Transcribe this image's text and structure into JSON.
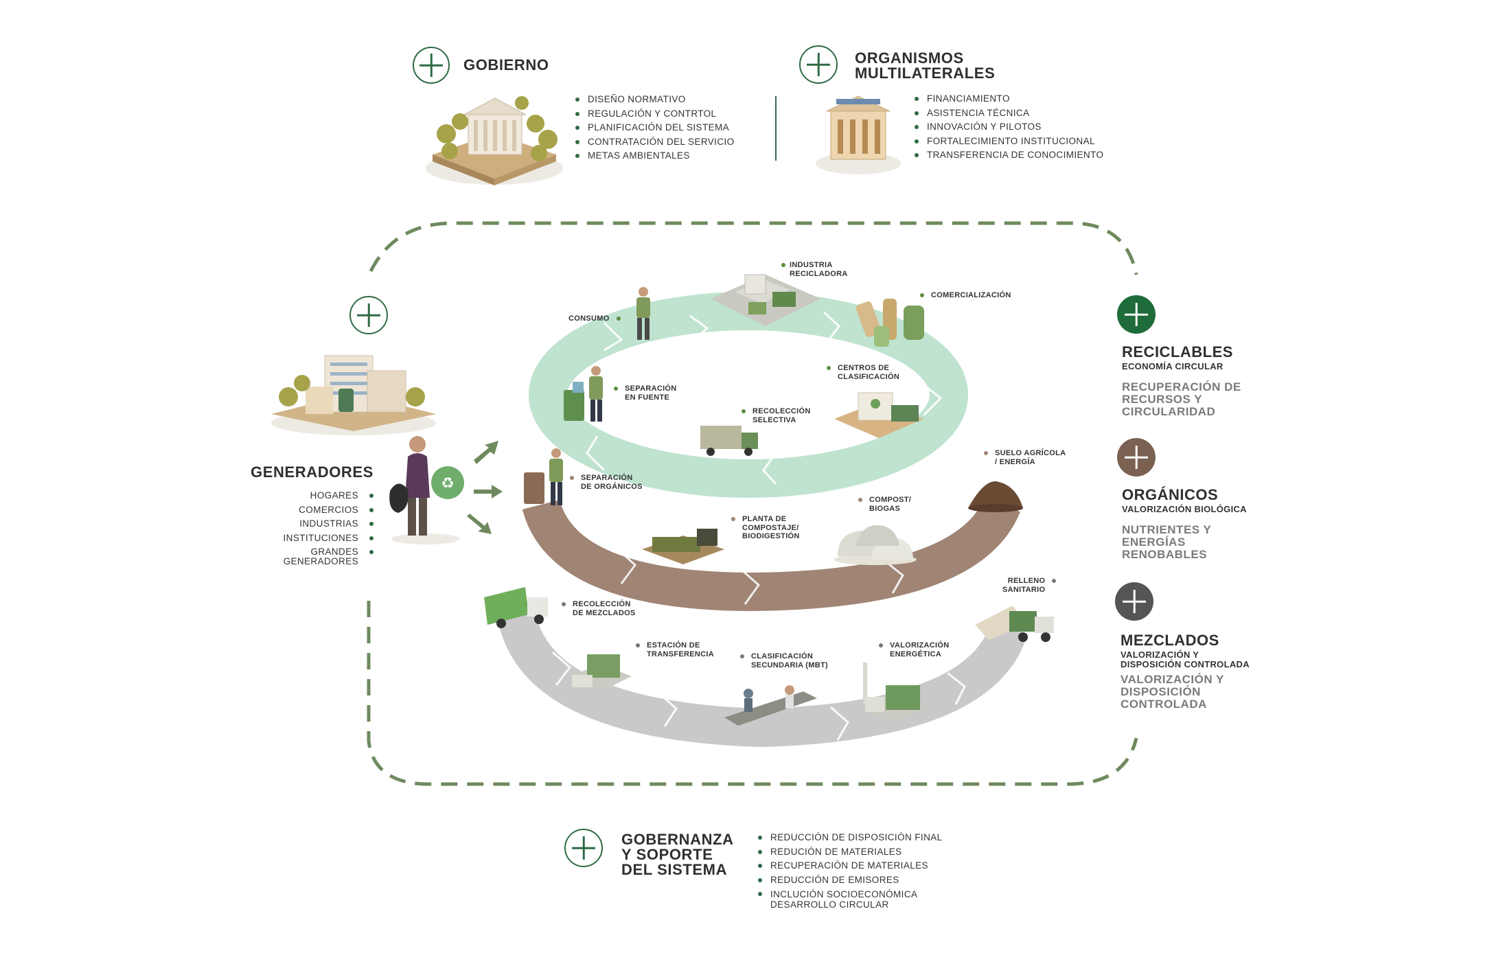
{
  "colors": {
    "accent": "#2f6b45",
    "recycle": "#bfe3cf",
    "organic": "#a08474",
    "mixed": "#c9c9c9",
    "dash": "#6f8a5e"
  },
  "gobierno": {
    "title": "GOBIERNO",
    "items": [
      "DISEÑO NORMATIVO",
      "REGULACIÓN Y CONTRTOL",
      "PLANIFICACIÓN DEL SISTEMA",
      "CONTRATACIÓN DEL SERVICIO",
      "METAS AMBIENTALES"
    ]
  },
  "organismos": {
    "title_1": "ORGANISMOS",
    "title_2": "MULTILATERALES",
    "items": [
      "FINANCIAMIENTO",
      "ASISTENCIA TÉCNICA",
      "INNOVACIÓN Y PILOTOS",
      "FORTALECIMIENTO INSTITUCIONAL",
      "TRANSFERENCIA DE CONOCIMIENTO"
    ]
  },
  "generadores": {
    "title": "GENERADORES",
    "items": [
      "HOGARES",
      "COMERCIOS",
      "INDUSTRIAS",
      "INSTITUCIONES",
      "GRANDES",
      "GENERADORES"
    ]
  },
  "cycle_recyclables": {
    "consumo": "CONSUMO",
    "industria_1": "INDUSTRIA",
    "industria_2": "RECICLADORA",
    "comercializacion": "COMERCIALIZACIÓN",
    "separacion_1": "SEPARACIÓN",
    "separacion_2": "EN FUENTE",
    "centros_1": "CENTROS DE",
    "centros_2": "CLASIFICACIÓN",
    "recoleccion_1": "RECOLECCIÓN",
    "recoleccion_2": "SELECTIVA"
  },
  "cycle_organics": {
    "separacion_1": "SEPARACIÓN",
    "separacion_2": "DE ORGÁNICOS",
    "planta_1": "PLANTA DE",
    "planta_2": "COMPOSTAJE/",
    "planta_3": "BIODIGESTIÓN",
    "compost_1": "COMPOST/",
    "compost_2": "BIOGAS",
    "suelo_1": "SUELO AGRÍCOLA",
    "suelo_2": "/ ENERGÍA"
  },
  "cycle_mixed": {
    "recoleccion_1": "RECOLECCIÓN",
    "recoleccion_2": "DE MEZCLADOS",
    "estacion_1": "ESTACIÓN DE",
    "estacion_2": "TRANSFERENCIA",
    "clasificacion_1": "CLASIFICACIÓN",
    "clasificacion_2": "SECUNDARIA (MBT)",
    "valorizacion_1": "VALORIZACIÓN",
    "valorizacion_2": "ENERGÉTICA",
    "relleno_1": "RELLENO",
    "relleno_2": "SANITARIO"
  },
  "reciclables": {
    "title": "RECICLABLES",
    "subtitle": "ECONOMÍA CIRCULAR",
    "desc_1": "RECUPERACIÓN DE",
    "desc_2": "RECURSOS Y",
    "desc_3": "CIRCULARIDAD"
  },
  "organicos": {
    "title": "ORGÁNICOS",
    "subtitle": "VALORIZACIÓN BIOLÓGICA",
    "desc_1": "NUTRIENTES Y",
    "desc_2": "ENERGÍAS",
    "desc_3": "RENOBABLES"
  },
  "mezclados": {
    "title": "MEZCLADOS",
    "subtitle_1": "VALORIZACIÓN Y",
    "subtitle_2": "DISPOSICIÓN CONTROLADA",
    "desc_1": "VALORIZACIÓN Y",
    "desc_2": "DISPOSICIÓN",
    "desc_3": "CONTROLADA"
  },
  "gobernanza": {
    "title_1": "GOBERNANZA",
    "title_2": "Y SOPORTE",
    "title_3": "DEL SISTEMA",
    "items": [
      "REDUCCIÓN DE DISPOSICIÓN FINAL",
      "REDUCIÓN DE MATERIALES",
      "RECUPERACIÓN DE MATERIALES",
      "REDUCCIÓN DE EMISORES",
      "INCLUCIÓN SOCIOECONÓMICA"
    ],
    "item_extra": "DESARROLLO CIRCULAR"
  }
}
